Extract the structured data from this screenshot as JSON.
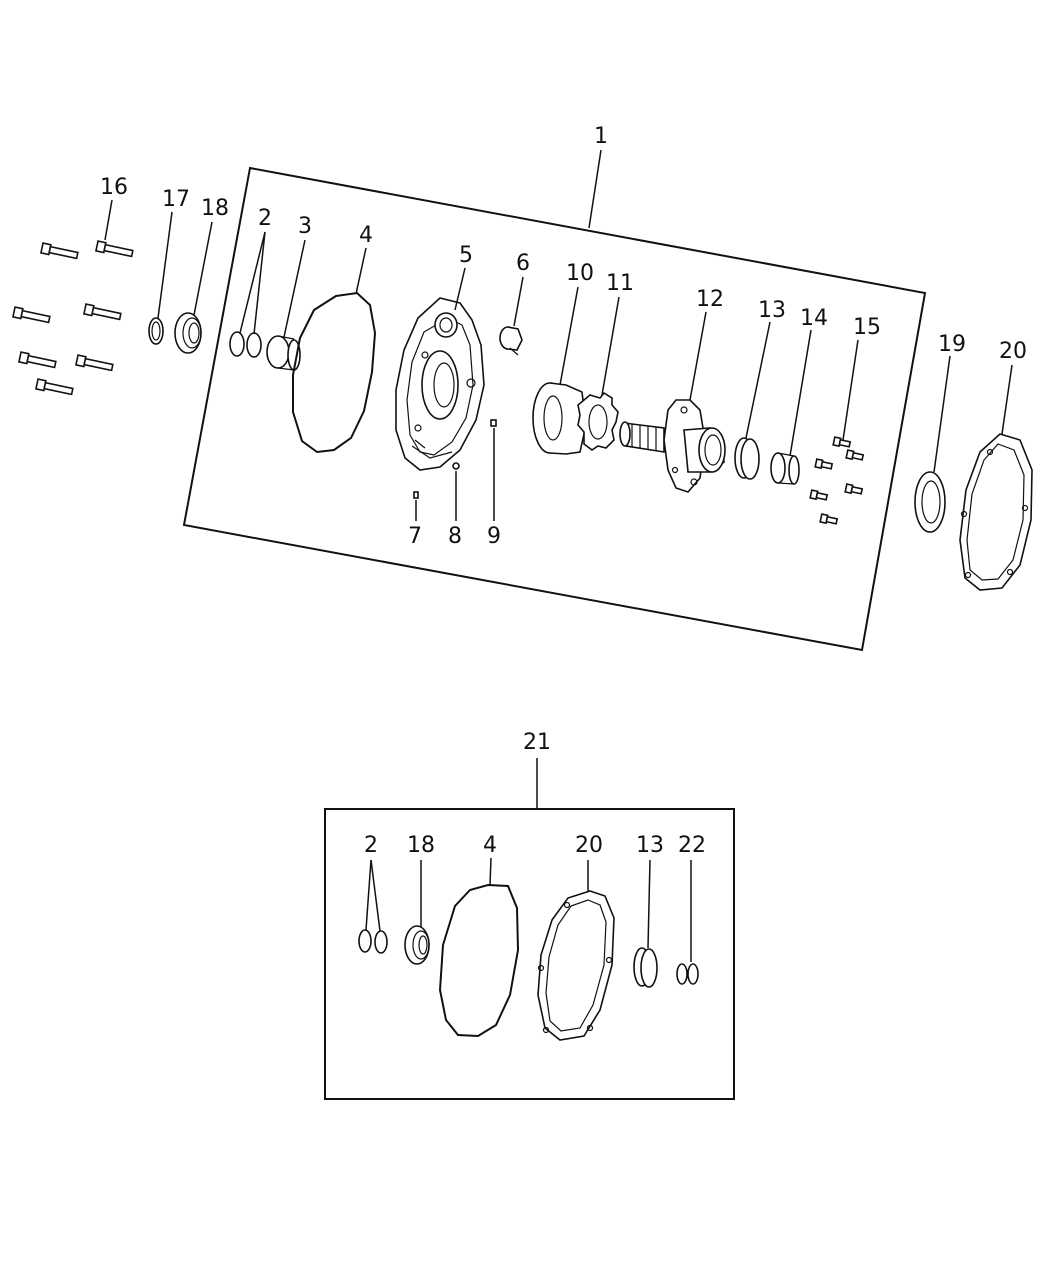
{
  "diagram": {
    "type": "exploded-parts-diagram",
    "callouts": {
      "c1": "1",
      "c2": "2",
      "c3": "3",
      "c4": "4",
      "c5": "5",
      "c6": "6",
      "c7": "7",
      "c8": "8",
      "c9": "9",
      "c10": "10",
      "c11": "11",
      "c12": "12",
      "c13": "13",
      "c14": "14",
      "c15": "15",
      "c16": "16",
      "c17": "17",
      "c18": "18",
      "c19": "19",
      "c20": "20"
    },
    "kit": {
      "callout": "21",
      "items": {
        "k2": "2",
        "k18": "18",
        "k4": "4",
        "k20": "20",
        "k13": "13",
        "k22": "22"
      }
    }
  }
}
